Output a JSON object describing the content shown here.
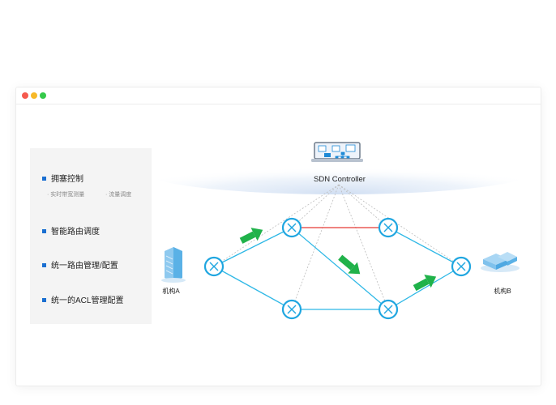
{
  "window": {
    "dots": [
      "#f55a4e",
      "#f7b928",
      "#35c94a"
    ]
  },
  "features": {
    "item1": "拥塞控制",
    "item1_sub1": "· 实时带宽测量",
    "item1_sub2": "· 流量调度",
    "item2": "智能路由调度",
    "item3": "统一路由管理/配置",
    "item4": "统一的ACL管理配置"
  },
  "diagram": {
    "controller_label": "SDN Controller",
    "org_a_label": "机构A",
    "org_b_label": "机构B",
    "colors": {
      "link": "#2fb8e6",
      "congested_link": "#e53935",
      "flow_arrow": "#20b24a",
      "control_line": "#bdbdbd",
      "router": "#1fa6e0"
    }
  }
}
